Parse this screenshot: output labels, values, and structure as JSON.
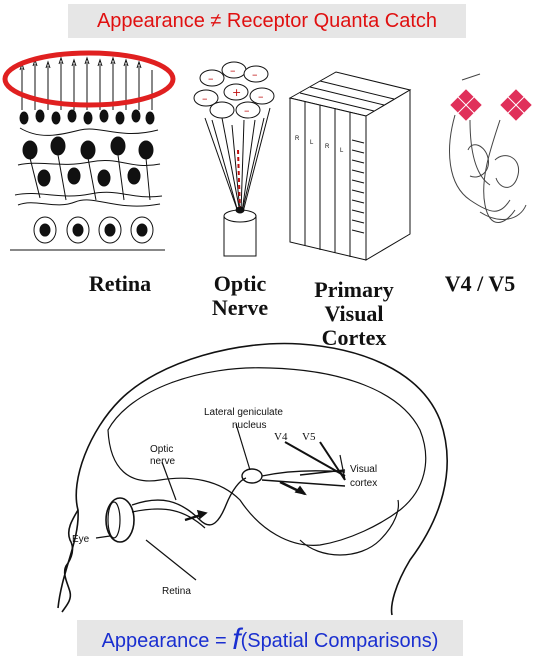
{
  "title_top": "Appearance ≠ Receptor Quanta Catch",
  "title_bottom": {
    "prefix": "Appearance = ",
    "function": "f",
    "suffix": "(Spatial Comparisons)"
  },
  "panels": [
    {
      "label": "Retina"
    },
    {
      "label_lines": [
        "Optic",
        "Nerve"
      ]
    },
    {
      "label_lines": [
        "Primary",
        "Visual",
        "Cortex"
      ]
    },
    {
      "label": "V4 / V5"
    }
  ],
  "brain_labels": {
    "lgn_line1": "Lateral geniculate",
    "lgn_line2": "nucleus",
    "v4": "V4",
    "v5": "V5",
    "optic_line1": "Optic",
    "optic_line2": "nerve",
    "visual_line1": "Visual",
    "visual_line2": "cortex",
    "eye": "Eye",
    "retina": "Retina"
  },
  "colors": {
    "title_top": "#e01010",
    "title_bottom": "#1a2fd0",
    "highlight": "#e02020",
    "v45_marker": "#e0305a"
  }
}
